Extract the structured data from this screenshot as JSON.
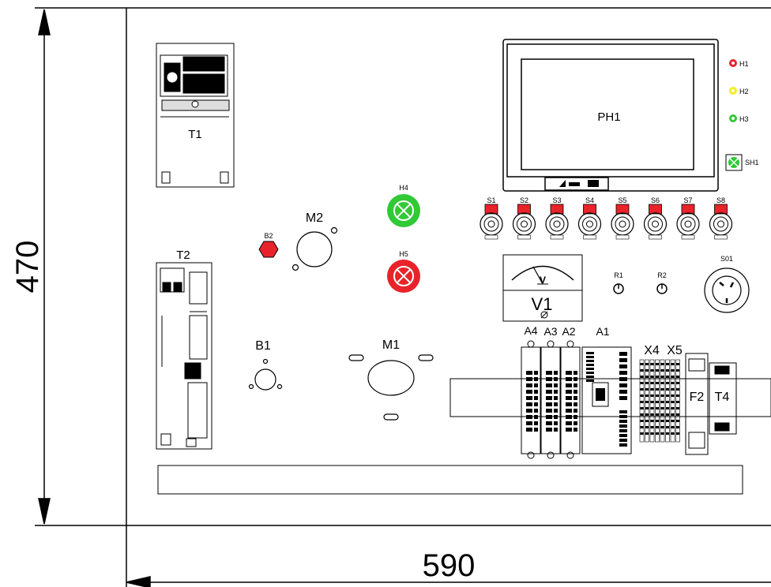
{
  "dimensions": {
    "height": "470",
    "width": "590"
  },
  "devices": {
    "t1": "T1",
    "t2": "T2",
    "ph1": "PH1",
    "h1": "H1",
    "h2": "H2",
    "h3": "H3",
    "h4": "H4",
    "h5": "H5",
    "sh1": "SH1",
    "b1": "B1",
    "b2": "B2",
    "m1": "M1",
    "m2": "M2",
    "r1": "R1",
    "r2": "R2",
    "s01": "S01",
    "a1": "A1",
    "a2": "A2",
    "a3": "A3",
    "a4": "A4",
    "x4": "X4",
    "x5": "X5",
    "f2": "F2",
    "t4": "T4"
  },
  "voltmeter": {
    "label": "V1",
    "unit": "V"
  },
  "switches": [
    "S1",
    "S2",
    "S3",
    "S4",
    "S5",
    "S6",
    "S7",
    "S8"
  ],
  "colors": {
    "red": "#e8232a",
    "yellow": "#f2ee1d",
    "green": "#31c936",
    "line": "#000000"
  }
}
